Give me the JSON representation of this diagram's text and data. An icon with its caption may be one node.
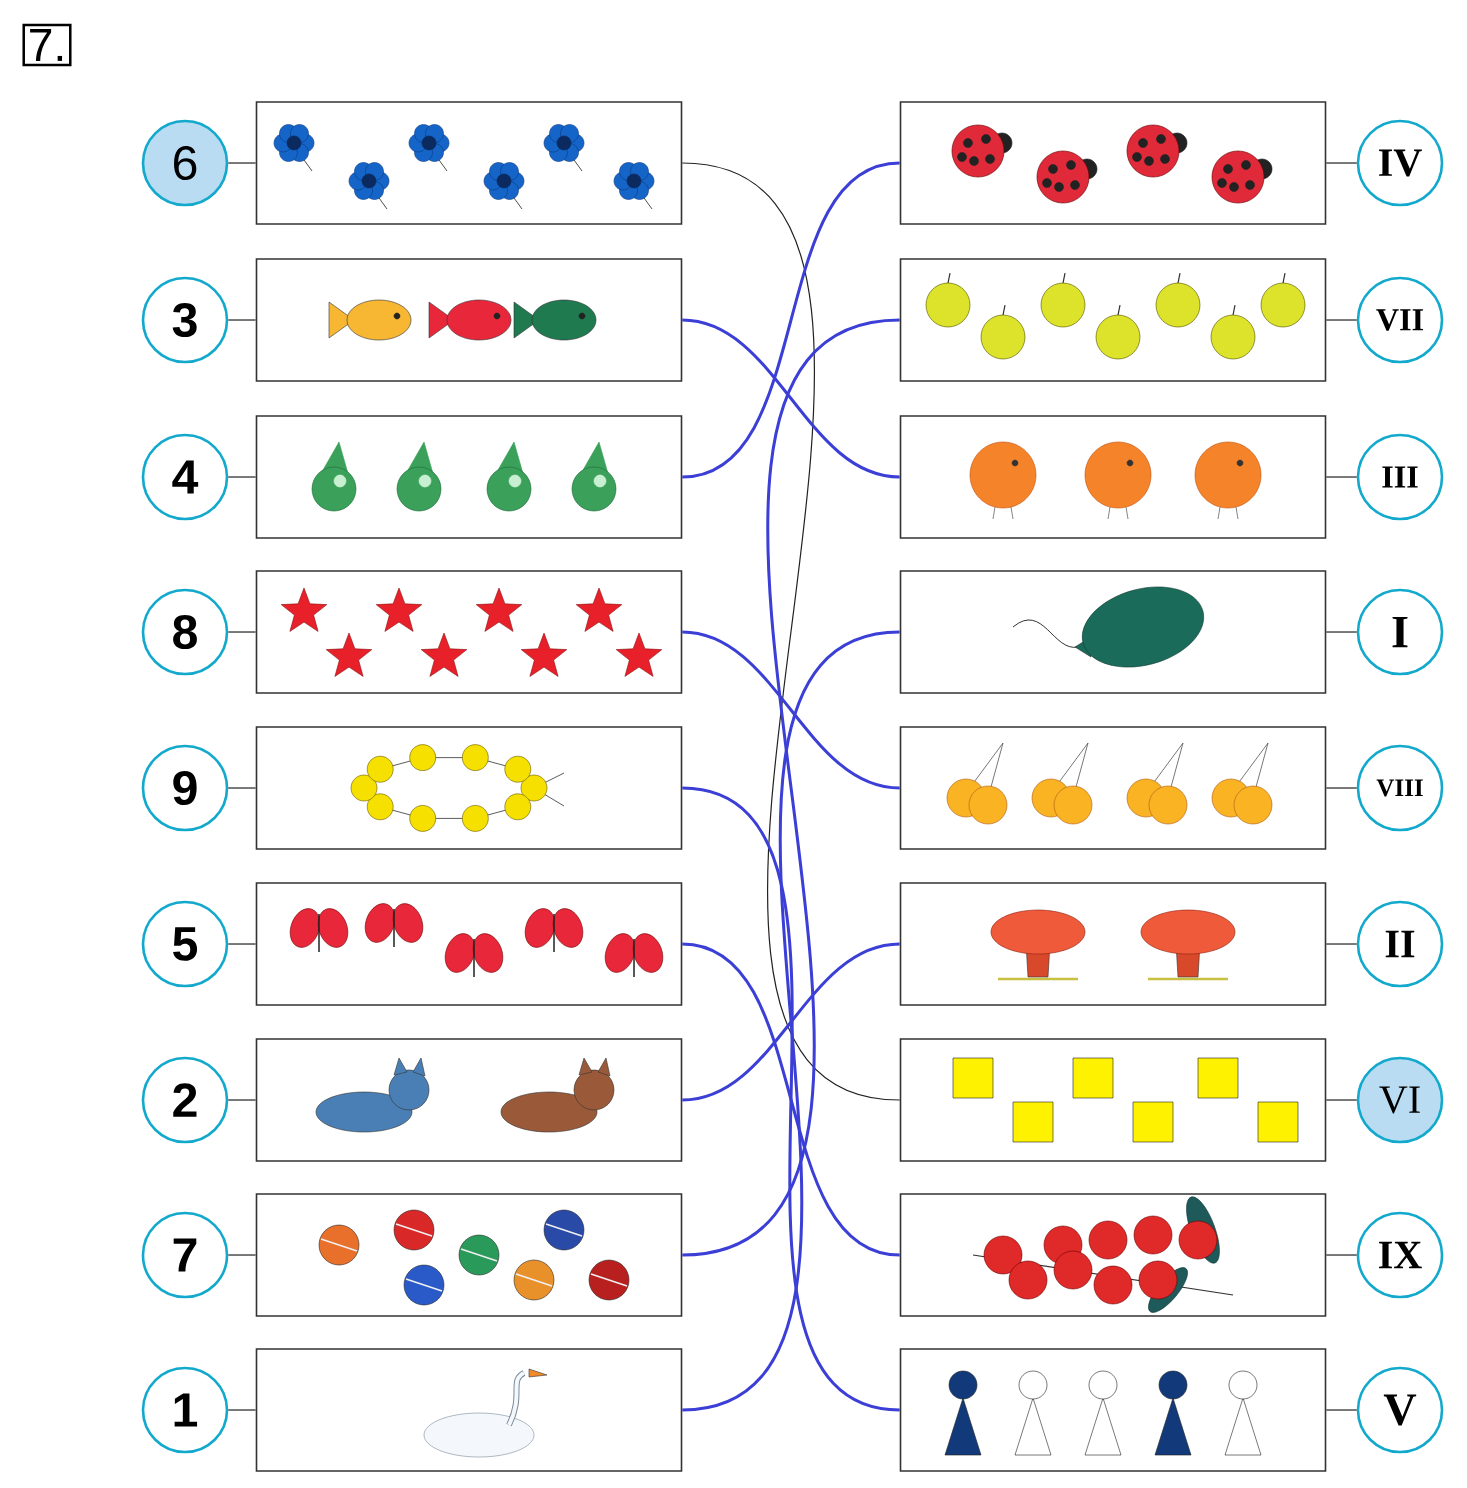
{
  "diagram": {
    "nodes": [
      {
        "text": [
          "6"
        ]
      },
      {
        "text": [],
        "shape": "box"
      },
      {
        "text": [],
        "shape": "box"
      },
      {
        "text": [
          "IV"
        ]
      },
      {
        "text": [
          "3"
        ]
      },
      {
        "text": [],
        "shape": "box"
      },
      {
        "text": [],
        "shape": "box"
      },
      {
        "text": [
          "VII"
        ]
      },
      {
        "text": [
          "4"
        ]
      },
      {
        "text": [],
        "shape": "box"
      },
      {
        "text": [],
        "shape": "box"
      },
      {
        "text": [
          "III"
        ]
      },
      {
        "text": [
          "8"
        ]
      },
      {
        "text": [],
        "shape": "box"
      },
      {
        "text": [],
        "shape": "box"
      },
      {
        "text": [
          "I"
        ]
      },
      {
        "text": [
          "9"
        ]
      },
      {
        "text": [],
        "shape": "box"
      },
      {
        "text": [],
        "shape": "box"
      },
      {
        "text": [
          "VIII"
        ]
      },
      {
        "text": [
          "5"
        ]
      },
      {
        "text": [],
        "shape": "box"
      },
      {
        "text": [],
        "shape": "box"
      },
      {
        "text": [
          "II"
        ]
      },
      {
        "text": [
          "2"
        ]
      },
      {
        "text": [],
        "shape": "box"
      },
      {
        "text": [],
        "shape": "box"
      },
      {
        "text": [
          "VI"
        ]
      },
      {
        "text": [
          "7"
        ]
      },
      {
        "text": [],
        "shape": "box"
      },
      {
        "text": [],
        "shape": "box"
      },
      {
        "text": [
          "IX"
        ]
      },
      {
        "text": [
          "1"
        ]
      },
      {
        "text": [],
        "shape": "box"
      },
      {
        "text": [],
        "shape": "box"
      },
      {
        "text": [
          "V"
        ]
      }
    ],
    "edges": [
      {
        "from": 0,
        "to": 1,
        "arrow": "none"
      },
      {
        "from": 2,
        "to": 3,
        "arrow": "none"
      },
      {
        "from": 4,
        "to": 5,
        "arrow": "none"
      },
      {
        "from": 6,
        "to": 7,
        "arrow": "none"
      },
      {
        "from": 8,
        "to": 9,
        "arrow": "none"
      },
      {
        "from": 10,
        "to": 11,
        "arrow": "none"
      },
      {
        "from": 12,
        "to": 13,
        "arrow": "none"
      },
      {
        "from": 14,
        "to": 15,
        "arrow": "none"
      },
      {
        "from": 16,
        "to": 17,
        "arrow": "none"
      },
      {
        "from": 18,
        "to": 19,
        "arrow": "none"
      },
      {
        "from": 20,
        "to": 21,
        "arrow": "none"
      },
      {
        "from": 22,
        "to": 23,
        "arrow": "none"
      },
      {
        "from": 24,
        "to": 25,
        "arrow": "none"
      },
      {
        "from": 26,
        "to": 27,
        "arrow": "none"
      },
      {
        "from": 28,
        "to": 29,
        "arrow": "none"
      },
      {
        "from": 30,
        "to": 31,
        "arrow": "none"
      },
      {
        "from": 32,
        "to": 33,
        "arrow": "none"
      },
      {
        "from": 34,
        "to": 35,
        "arrow": "none"
      },
      {
        "from": 1,
        "to": 26,
        "arrow": "none"
      },
      {
        "from": 5,
        "to": 10,
        "arrow": "none",
        "color": "#3b3fd6"
      },
      {
        "from": 9,
        "to": 2,
        "arrow": "none",
        "color": "#3b3fd6"
      },
      {
        "from": 13,
        "to": 18,
        "arrow": "none",
        "color": "#3b3fd6"
      },
      {
        "from": 17,
        "to": 34,
        "arrow": "none",
        "color": "#3b3fd6"
      },
      {
        "from": 21,
        "to": 30,
        "arrow": "none",
        "color": "#3b3fd6"
      },
      {
        "from": 25,
        "to": 22,
        "arrow": "none",
        "color": "#3b3fd6"
      },
      {
        "from": 29,
        "to": 6,
        "arrow": "none",
        "color": "#3b3fd6"
      },
      {
        "from": 33,
        "to": 14,
        "arrow": "none",
        "color": "#3b3fd6"
      }
    ],
    "labels": [
      "7."
    ]
  }
}
